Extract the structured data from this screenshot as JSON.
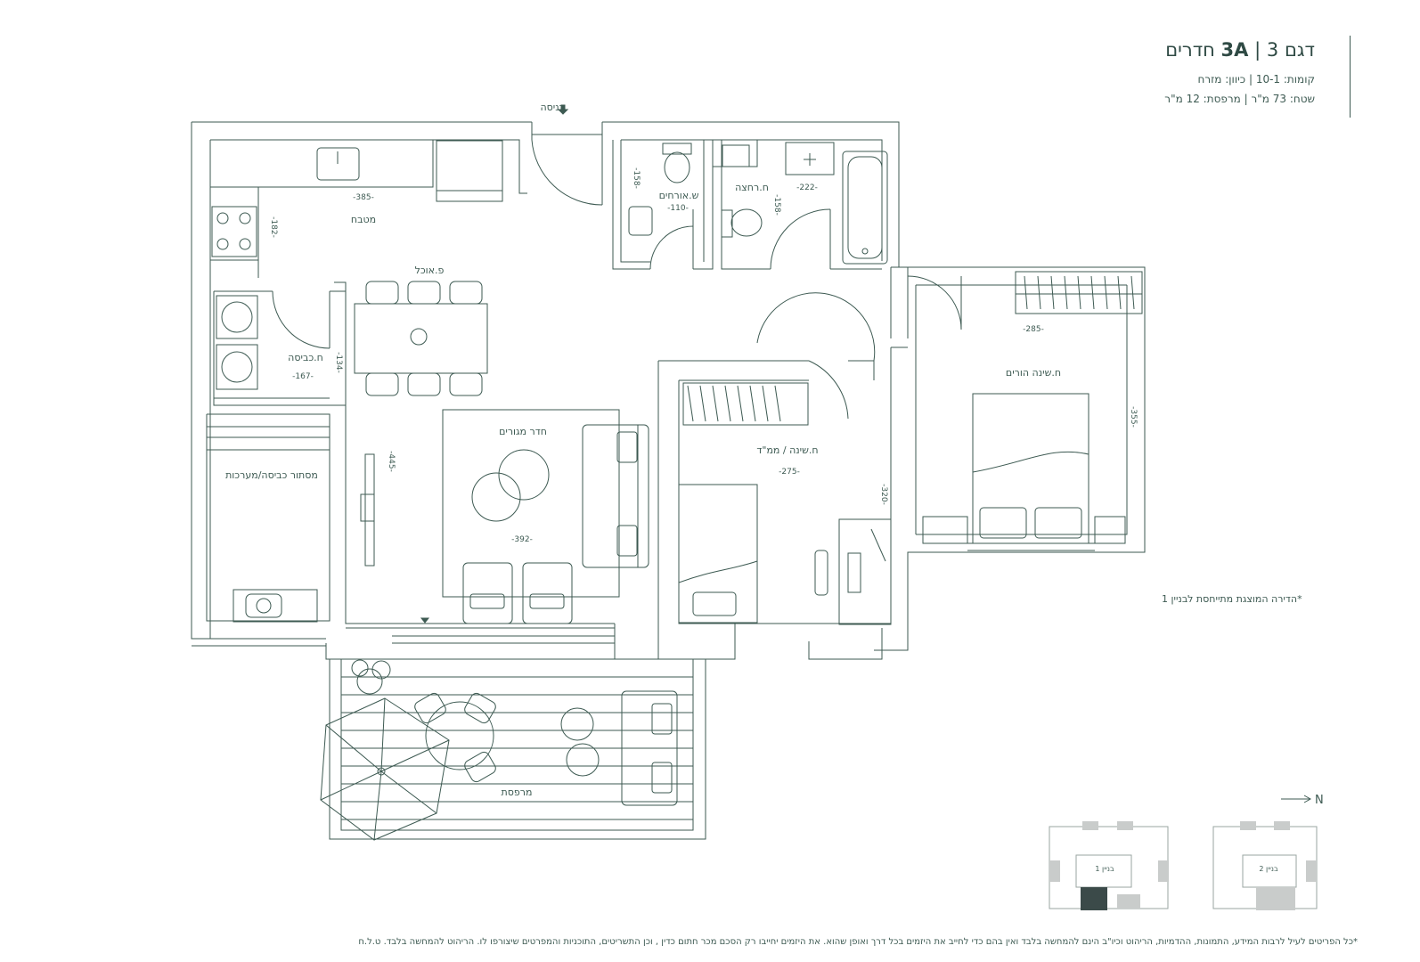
{
  "header": {
    "model_label": "דגם",
    "model_code": "3A",
    "rooms": "3 חדרים",
    "floors": "קומות: 10-1 | כיוון: מזרח",
    "area": "שטח: 73 מ\"ר | מרפסת: 12 מ\"ר"
  },
  "plan": {
    "entrance": "כניסה",
    "rooms": {
      "kitchen": "מטבח",
      "dining": "פ.אוכל",
      "laundry": "ח.כביסה",
      "laundry_screen": "מסתור כביסה/מערכות",
      "living": "חדר מגורים",
      "guest_wc": "ש.אורחים",
      "bath": "ח.רחצה",
      "bedroom_mamad": "ח.שינה / ממ\"ד",
      "master": "ח.שינה הורים",
      "balcony": "מרפסת"
    },
    "dims": {
      "kitchen_w": "-385-",
      "kitchen_h": "-182-",
      "laundry_w": "-167-",
      "laundry_h": "-134-",
      "living_h": "-445-",
      "living_w": "-392-",
      "wc_h": "-158-",
      "wc_w": "-110-",
      "bath_w": "-222-",
      "bath_h": "-158-",
      "mamad_w": "-275-",
      "mamad_h": "-320-",
      "master_w": "-285-",
      "master_h": "-355-"
    },
    "note": "*הדירה המוצגת מתייחסת לבניין 1"
  },
  "keymap": {
    "north": "N",
    "building1": "בניין 1",
    "building2": "בניין 2"
  },
  "disclaimer": "*כל הפריטים לעיל לרבות המידע, התמונות, ההדמיות, הריהוט וכיו\"ב הינם להמחשה בלבד ואין בהם כדי לחייב את היזמים בכל דרך ואופן שהוא. את היזמים יחייבו רק הסכם מכר חתום כדין , וכן התשריטים, התוכניות והמפרטים שיצורפו לו. הריהוט להמחשה בלבד. ט.ל.ח",
  "colors": {
    "line": "#3d5a52",
    "dark_fill": "#3b4a49",
    "grey_fill": "#c9cccb"
  }
}
